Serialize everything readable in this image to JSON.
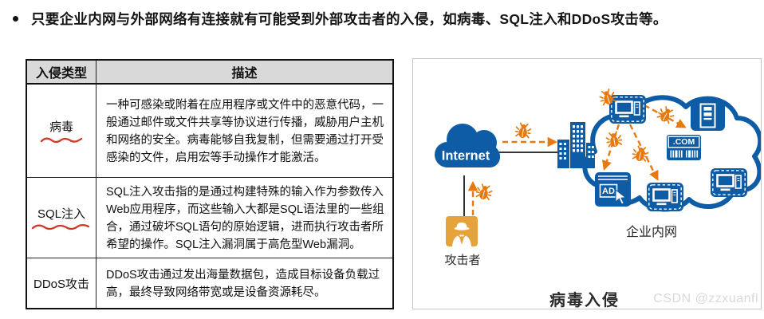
{
  "bullet": {
    "text": "只要企业内网与外部网络有连接就有可能受到外部攻击者的入侵，如病毒、SQL注入和DDoS攻击等。"
  },
  "table": {
    "headers": [
      "入侵类型",
      "描述"
    ],
    "rows": [
      {
        "type": "病毒",
        "underlined": true,
        "description": "一种可感染或附着在应用程序或文件中的恶意代码，一般通过邮件或文件共享等协议进行传播，威胁用户主机和网络的安全。病毒能够自我复制，但需要通过打开受感染的文件，启用宏等手动操作才能激活。"
      },
      {
        "type": "SQL注入",
        "underlined": true,
        "description": "SQL注入攻击指的是通过构建特殊的输入作为参数传入Web应用程序，而这些输入大都是SQL语法里的一些组合，通过破坏SQL语句的原始逻辑，进而执行攻击者所希望的操作。SQL注入漏洞属于高危型Web漏洞。"
      },
      {
        "type": "DDoS攻击",
        "underlined": false,
        "description": "DDoS攻击通过发出海量数据包，造成目标设备负载过高，最终导致网络带宽或是设备资源耗尽。"
      }
    ]
  },
  "diagram": {
    "internet_label": "Internet",
    "attacker_label": "攻击者",
    "intranet_label": "企业内网",
    "caption": "病毒入侵",
    "ad_label": "AD",
    "com_label": ".COM",
    "watermark": "CSDN @zzxuanfl",
    "colors": {
      "node_blue": "#0d5ca5",
      "bug_orange": "#e8790f",
      "attacker_orange": "#e6a33c",
      "annotation_red": "#cf3a28",
      "panel_border": "#c6c6c6",
      "header_gray": "#d9d9d9"
    }
  }
}
